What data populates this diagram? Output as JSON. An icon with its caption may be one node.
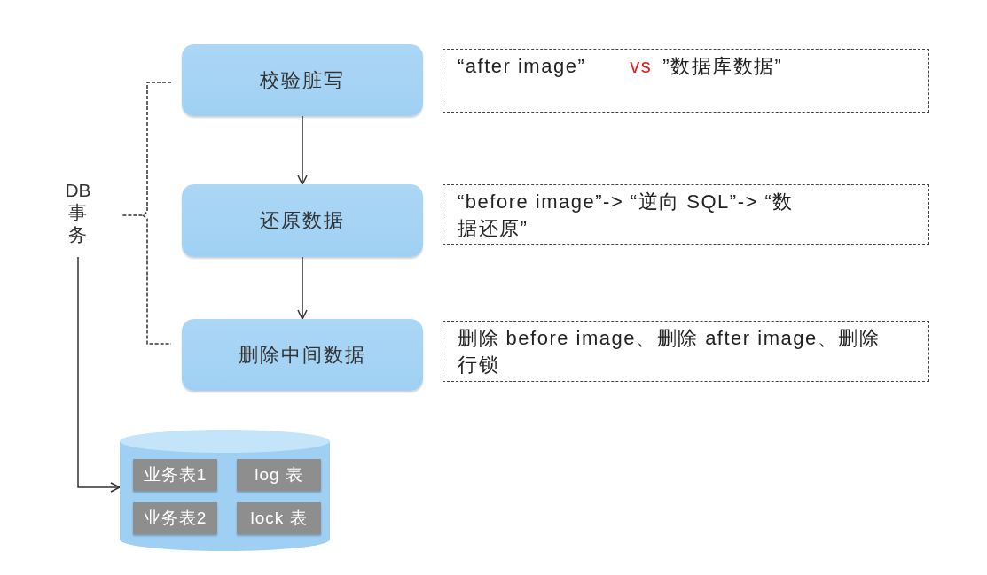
{
  "diagram": {
    "nodes": [
      {
        "text": [
          "校验脏写"
        ]
      },
      {
        "text": [
          "“after image”",
          "vs",
          "”数据库数据”"
        ]
      },
      {
        "text": [
          "还原数据"
        ]
      },
      {
        "text": [
          "“before image”-> “逆向 SQL”-> “数据还原”"
        ]
      },
      {
        "text": [
          "删除中间数据"
        ]
      },
      {
        "text": [
          "删除 before image、删除 after image、删除行锁"
        ]
      },
      {
        "text": [
          "DB事务"
        ]
      },
      {
        "text": [],
        "shape": "cylinder"
      },
      {
        "text": [
          "业务表1"
        ],
        "in": 7
      },
      {
        "text": [
          "log 表"
        ],
        "in": 7
      },
      {
        "text": [
          "业务表2"
        ],
        "in": 7
      },
      {
        "text": [
          "lock 表"
        ],
        "in": 7
      }
    ],
    "edges": [
      {
        "from": 0,
        "to": 2,
        "arrow": "to"
      },
      {
        "from": 2,
        "to": 4,
        "arrow": "to"
      },
      {
        "from": 6,
        "to": 7,
        "arrow": "to"
      }
    ]
  }
}
